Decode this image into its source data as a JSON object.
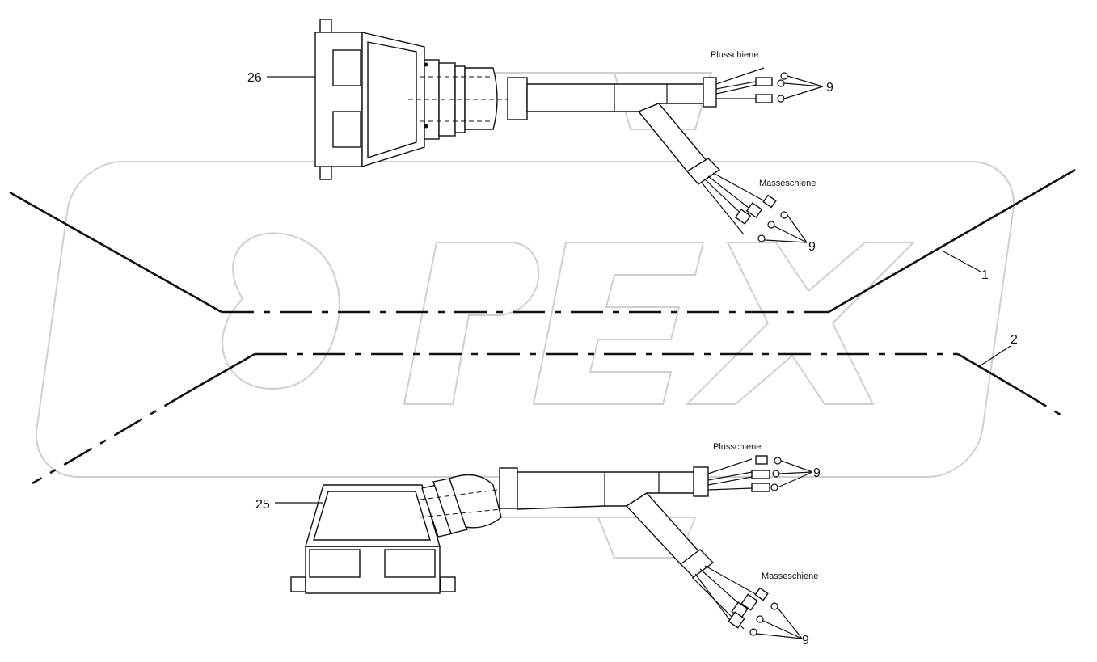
{
  "watermark": {
    "text": "OPEX"
  },
  "callouts": {
    "c26": "26",
    "c25": "25",
    "c1": "1",
    "c2": "2",
    "c9": "9"
  },
  "labels": {
    "plus": "Plusschiene",
    "masse": "Masseschiene"
  }
}
